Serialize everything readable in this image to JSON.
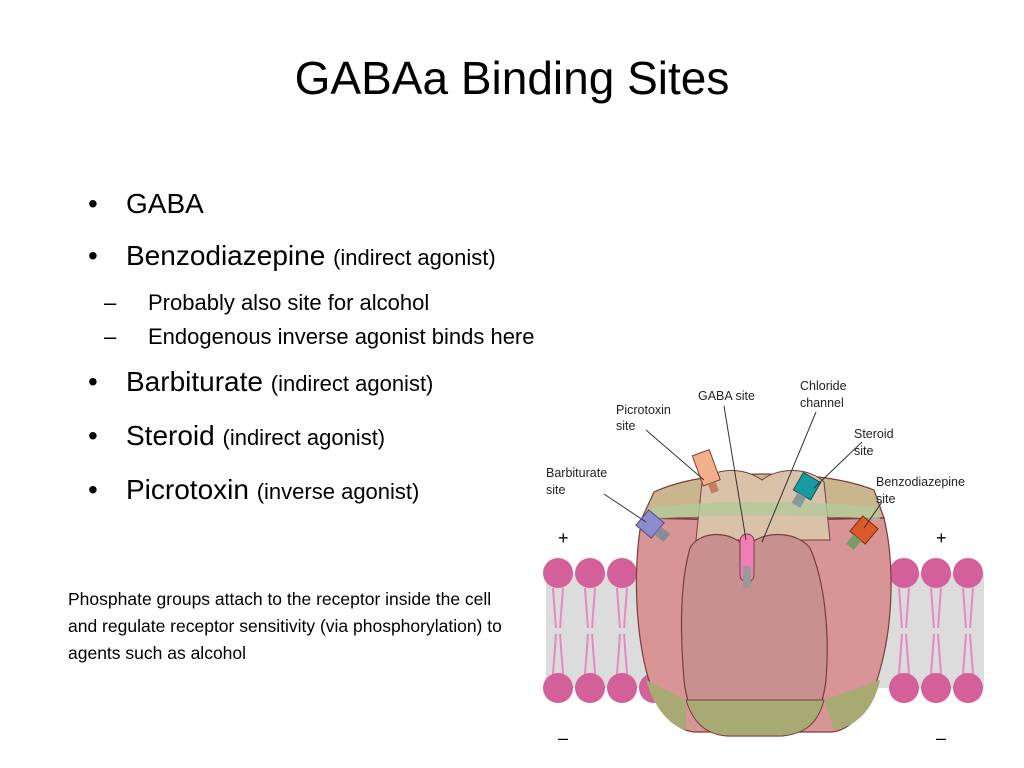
{
  "slide": {
    "title": "GABAa Binding Sites",
    "bullets": [
      {
        "label": "GABA",
        "note": ""
      },
      {
        "label": "Benzodiazepine",
        "note": "(indirect agonist)",
        "subitems": [
          "Probably also site for alcohol",
          "Endogenous inverse agonist binds here"
        ]
      },
      {
        "label": "Barbiturate",
        "note": "(indirect agonist)"
      },
      {
        "label": "Steroid",
        "note": "(indirect agonist)"
      },
      {
        "label": "Picrotoxin",
        "note": "(inverse agonist)"
      }
    ],
    "footnote": "Phosphate groups attach to the receptor inside the cell and regulate receptor sensitivity (via phosphorylation) to agents such as alcohol"
  },
  "figure": {
    "labels": {
      "picrotoxin_1": "Picrotoxin",
      "picrotoxin_2": "site",
      "gaba_site": "GABA site",
      "chloride_1": "Chloride",
      "chloride_2": "channel",
      "steroid_1": "Steroid",
      "steroid_2": "site",
      "barbiturate_1": "Barbiturate",
      "barbiturate_2": "site",
      "benzo_1": "Benzodiazepine",
      "benzo_2": "site",
      "plus": "+",
      "minus": "–"
    },
    "colors": {
      "membrane_head": "#d4609a",
      "membrane_tail": "#e48bbd",
      "membrane_bg": "#dcdcdc",
      "receptor_pink": "#d79595",
      "receptor_olive": "#a8aa74",
      "barbiturate_site": "#8c8ccd",
      "picrotoxin_site": "#f2b08a",
      "steroid_site": "#1a9aa0",
      "benzodiazepine_site": "#dc5a28",
      "gaba_site": "#f07fb8"
    }
  }
}
